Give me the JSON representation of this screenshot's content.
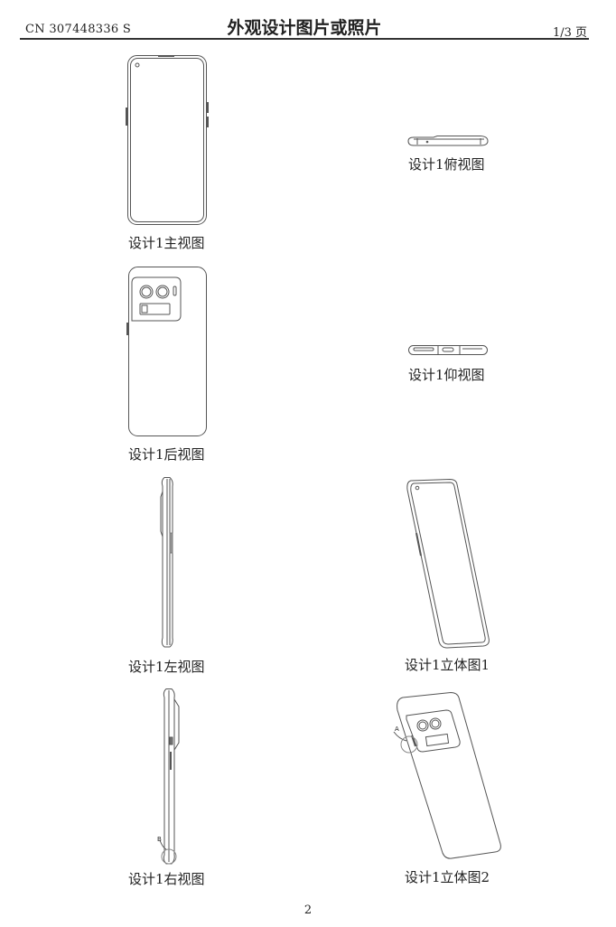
{
  "header": {
    "doc_number": "CN 307448336 S",
    "title": "外观设计图片或照片",
    "page_indicator": "1/3 页"
  },
  "figures": [
    {
      "caption": "设计1主视图",
      "view": "front"
    },
    {
      "caption": "设计1俯视图",
      "view": "top"
    },
    {
      "caption": "设计1后视图",
      "view": "back"
    },
    {
      "caption": "设计1仰视图",
      "view": "bottom"
    },
    {
      "caption": "设计1左视图",
      "view": "left"
    },
    {
      "caption": "设计1立体图1",
      "view": "perspective-front"
    },
    {
      "caption": "设计1右视图",
      "view": "right",
      "annotation": "B"
    },
    {
      "caption": "设计1立体图2",
      "view": "perspective-back",
      "annotation": "A"
    }
  ],
  "footer": {
    "page_number": "2"
  }
}
